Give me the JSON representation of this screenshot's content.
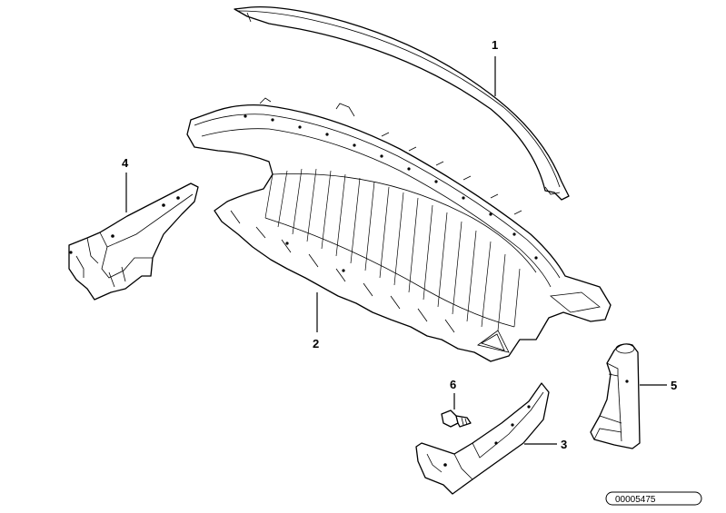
{
  "callouts": {
    "p1": "1",
    "p2": "2",
    "p3": "3",
    "p4": "4",
    "p5": "5",
    "p6": "6"
  },
  "reference_number": "00005475"
}
